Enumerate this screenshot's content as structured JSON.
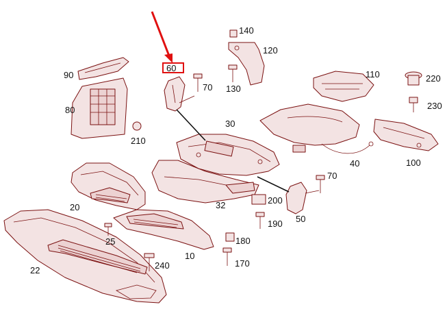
{
  "diagram": {
    "highlighted_label": "60",
    "part_labels": {
      "p10": "10",
      "p20": "20",
      "p22": "22",
      "p25": "25",
      "p30": "30",
      "p32": "32",
      "p40": "40",
      "p50": "50",
      "p60": "60",
      "p70a": "70",
      "p70b": "70",
      "p80": "80",
      "p90": "90",
      "p100": "100",
      "p110": "110",
      "p120": "120",
      "p130": "130",
      "p140": "140",
      "p170": "170",
      "p180": "180",
      "p190": "190",
      "p200": "200",
      "p210": "210",
      "p220": "220",
      "p230": "230",
      "p240": "240"
    },
    "colors": {
      "line": "#7a1010",
      "fill": "#f3e3e3",
      "highlight": "#e01010",
      "label": "#111111"
    }
  }
}
